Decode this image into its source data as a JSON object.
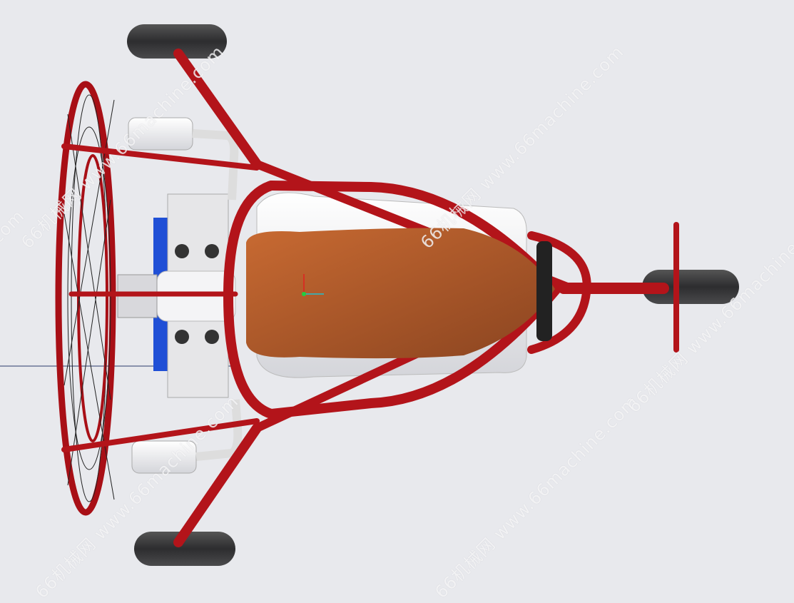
{
  "scene": {
    "subject": "paramotor-trike-top-view",
    "colors": {
      "background": "#e8e9ed",
      "frame_red": "#b3141a",
      "seat_brown": "#a0522d",
      "tire_dark": "#3a3a3c",
      "engine_blue": "#1f4fd6",
      "white_parts": "#f2f2f4"
    }
  },
  "watermarks": [
    {
      "text": "66机械网 www.66machine.com"
    },
    {
      "text": "66机械网 www.66machine.com"
    },
    {
      "text": "66机械网 www.66machine.com"
    },
    {
      "text": "66机械网 www.66machine.com"
    },
    {
      "text": "66机械网 www.66machine.com"
    },
    {
      "text": "66机械网 www.66machine.com"
    }
  ]
}
